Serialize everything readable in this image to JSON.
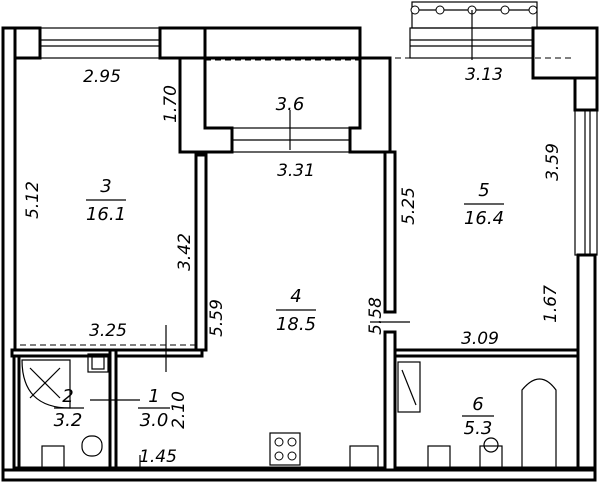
{
  "rooms": [
    {
      "number": "3",
      "area": "16.1"
    },
    {
      "number": "4",
      "area": "18.5"
    },
    {
      "number": "5",
      "area": "16.4"
    },
    {
      "number": "3.6",
      "area": ""
    },
    {
      "number": "2",
      "area": "3.2"
    },
    {
      "number": "1",
      "area": "3.0"
    },
    {
      "number": "6",
      "area": "5.3"
    }
  ],
  "dimensions": {
    "room3_width": "2.95",
    "room3_height": "5.12",
    "room3_wall_upper": "1.70",
    "room3_inner": "3.42",
    "room3_bottom": "3.25",
    "loggia_width": "3.31",
    "room4_left": "5.59",
    "room4_right": "5.58",
    "room5_top": "3.13",
    "room5_right": "3.59",
    "room5_left": "5.25",
    "room5_lower_right": "1.67",
    "bath_top": "3.09",
    "hall_height": "2.10",
    "hall_width": "1.45"
  }
}
